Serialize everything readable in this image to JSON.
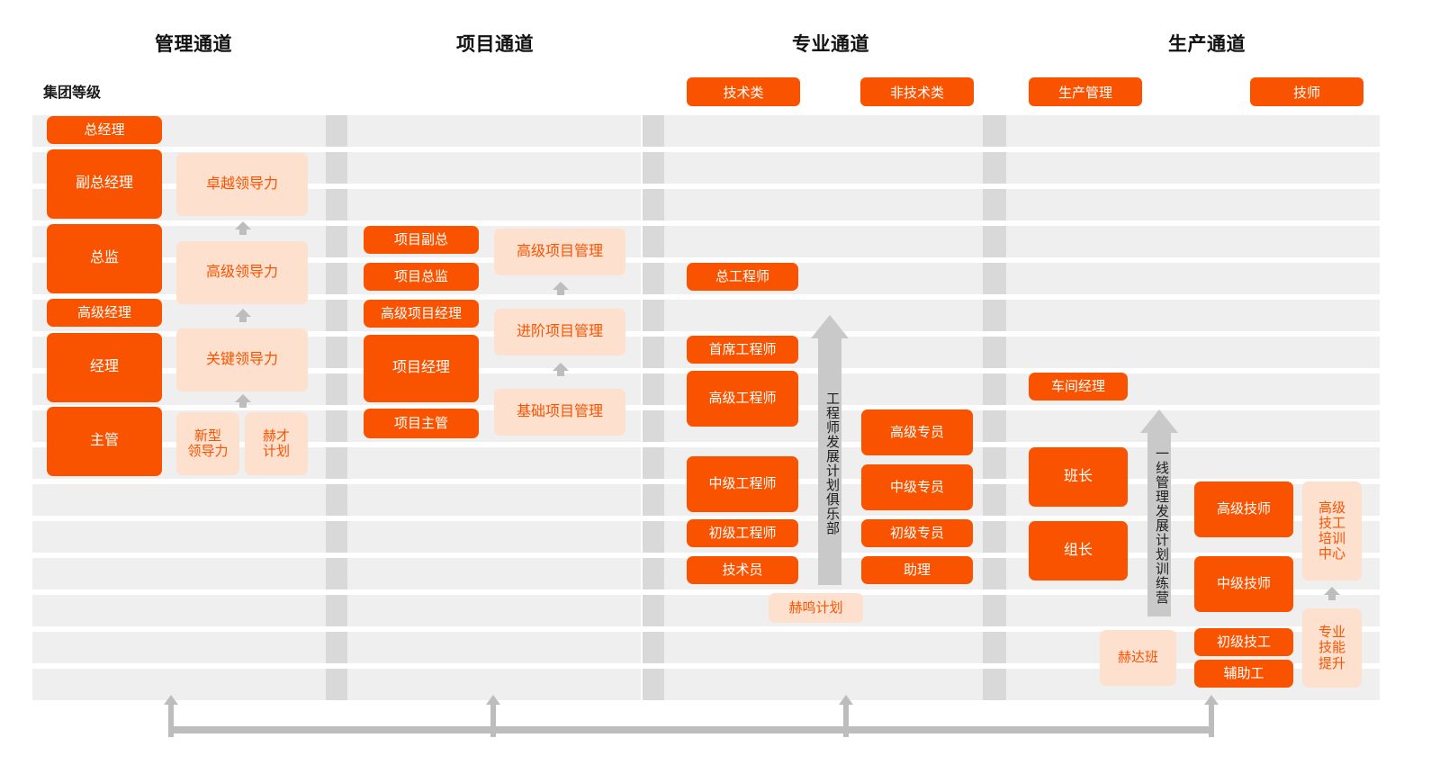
{
  "meta": {
    "colors": {
      "orange": "#F95300",
      "light_orange": "#FDE0CE",
      "band_gray": "#efefef",
      "sep_gray": "#d9d9d9",
      "arrow_gray": "#bdbdbd",
      "big_arrow_gray": "#c9c9c9",
      "text_dark": "#111111"
    },
    "group_label": "集团等级",
    "row_count": 16
  },
  "channels": [
    {
      "id": "management",
      "title": "管理通道"
    },
    {
      "id": "project",
      "title": "项目通道"
    },
    {
      "id": "professional",
      "title": "专业通道"
    },
    {
      "id": "production",
      "title": "生产通道"
    }
  ],
  "categories": [
    {
      "id": "tech",
      "label": "技术类"
    },
    {
      "id": "non-tech",
      "label": "非技术类"
    },
    {
      "id": "prod-mgmt",
      "label": "生产管理"
    },
    {
      "id": "technician",
      "label": "技师"
    }
  ],
  "management_roles": [
    {
      "label": "总经理"
    },
    {
      "label": "副总经理"
    },
    {
      "label": "总监"
    },
    {
      "label": "高级经理"
    },
    {
      "label": "经理"
    },
    {
      "label": "主管"
    }
  ],
  "management_programs": [
    {
      "label": "卓越领导力"
    },
    {
      "label": "高级领导力"
    },
    {
      "label": "关键领导力"
    },
    {
      "label": "新型\n领导力"
    },
    {
      "label": "赫才\n计划"
    }
  ],
  "project_roles": [
    {
      "label": "项目副总"
    },
    {
      "label": "项目总监"
    },
    {
      "label": "高级项目经理"
    },
    {
      "label": "项目经理"
    },
    {
      "label": "项目主管"
    }
  ],
  "project_programs": [
    {
      "label": "高级项目管理"
    },
    {
      "label": "进阶项目管理"
    },
    {
      "label": "基础项目管理"
    }
  ],
  "tech_roles": [
    {
      "label": "总工程师"
    },
    {
      "label": "首席工程师"
    },
    {
      "label": "高级工程师"
    },
    {
      "label": "中级工程师"
    },
    {
      "label": "初级工程师"
    },
    {
      "label": "技术员"
    }
  ],
  "nontech_roles": [
    {
      "label": "高级专员"
    },
    {
      "label": "中级专员"
    },
    {
      "label": "初级专员"
    },
    {
      "label": "助理"
    }
  ],
  "prodmgmt_roles": [
    {
      "label": "车间经理"
    },
    {
      "label": "班长"
    },
    {
      "label": "组长"
    }
  ],
  "technician_roles": [
    {
      "label": "高级技师"
    },
    {
      "label": "中级技师"
    },
    {
      "label": "初级技工"
    },
    {
      "label": "辅助工"
    }
  ],
  "technician_programs": [
    {
      "label": "高级\n技工\n培训\n中心"
    },
    {
      "label": "专业\n技能\n提升"
    }
  ],
  "standalone_programs": [
    {
      "id": "heming",
      "label": "赫鸣计划"
    },
    {
      "id": "heda",
      "label": "赫达班"
    }
  ],
  "big_arrows": [
    {
      "id": "engineer-club",
      "label": "工程师发展计划俱乐部"
    },
    {
      "id": "frontline-camp",
      "label": "一线管理发展计划训练营"
    }
  ]
}
